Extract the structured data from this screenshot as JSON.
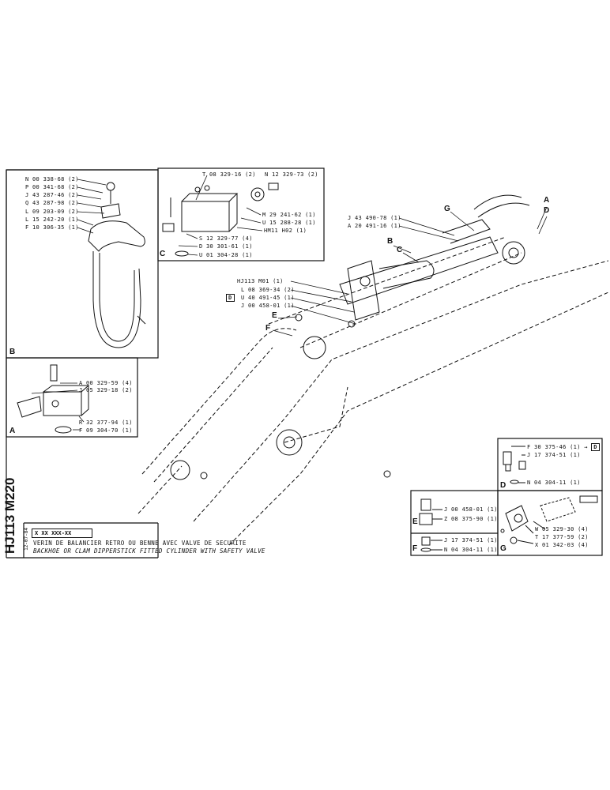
{
  "drawing_id": "HJ113 M220",
  "date": "12-07-84",
  "reference": "X XX XXX-XX",
  "title_fr": "VERIN DE BALANCIER RETRO OU BENNE AVEC VALVE DE SECURITE",
  "title_en": "BACKHOE OR CLAM DIPPERSTICK FITTED CYLINDER WITH SAFETY VALVE",
  "box_b": {
    "letter": "B",
    "parts": [
      "N 00 338-68 (2)",
      "P 00 341-68 (2)",
      "J 43 287-46 (2)",
      "Q 43 287-98 (2)",
      "L 09 203-09 (2)",
      "L 15 242-20 (1)",
      "F 10 306-35 (1)"
    ]
  },
  "box_a": {
    "letter": "A",
    "parts": [
      "A 00 329-59 (4)",
      "J 05 329-18 (2)",
      "R 32 377-94 (1)",
      "F 09 304-70 (1)"
    ]
  },
  "box_c": {
    "letter": "C",
    "parts": [
      "T 08 329-16 (2)",
      "N 12 329-73 (2)",
      "M 29 241-62 (1)",
      "U 15 288-28 (1)",
      "HM11 H02 (1)",
      "S 12 329-77 (4)",
      "D 30 301-61 (1)",
      "U 01 304-28 (1)"
    ]
  },
  "main": {
    "center_parts": [
      "HJ113 M01 (1)",
      "L 08 369-34 (2)",
      "U 40 491-45 (1)",
      "J 00 458-01 (1)"
    ],
    "center_marker": "D",
    "upper_parts": [
      "J 43 490-78 (1)",
      "A 20 491-16 (1)"
    ],
    "callouts": {
      "g": "G",
      "a": "A",
      "d": "D",
      "b": "B",
      "c": "C",
      "e": "E",
      "f": "F"
    }
  },
  "box_d": {
    "letter": "D",
    "parts": [
      "F 30 375-46 (1)",
      "J 17 374-51 (1)",
      "N 04 304-11 (1)"
    ],
    "marker": "D"
  },
  "box_e": {
    "letter": "E",
    "parts": [
      "J 00 458-01 (1)",
      "Z 08 375-90 (1)"
    ]
  },
  "box_f": {
    "letter": "F",
    "parts": [
      "J 17 374-51 (1)",
      "N 04 304-11 (1)"
    ]
  },
  "box_g": {
    "letter": "G",
    "parts": [
      "W 05 329-30 (4)",
      "T 17 377-59 (2)",
      "X 01 342-03 (4)"
    ]
  }
}
